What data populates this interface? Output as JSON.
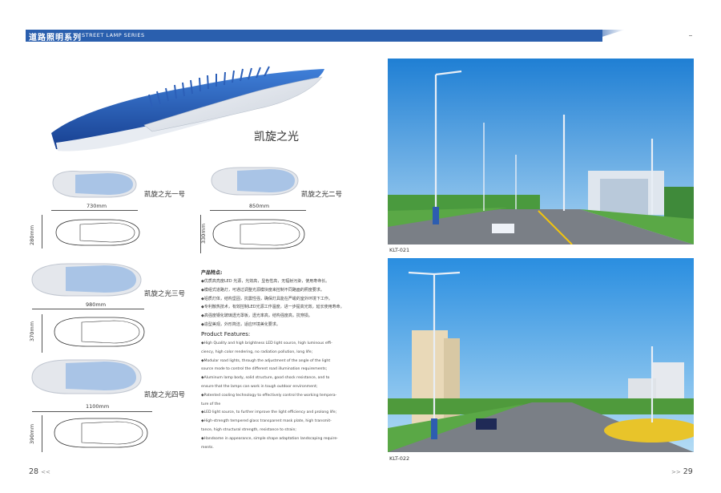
{
  "header": {
    "title_cn": "道路照明系列",
    "title_en": "STREET LAMP SERIES"
  },
  "hero": {
    "name": "凯旋之光"
  },
  "models": [
    {
      "name": "凯旋之光一号",
      "width": "730mm",
      "height": "280mm"
    },
    {
      "name": "凯旋之光二号",
      "width": "850mm",
      "height": "330mm"
    },
    {
      "name": "凯旋之光三号",
      "width": "980mm",
      "height": "370mm"
    },
    {
      "name": "凯旋之光四号",
      "width": "1100mm",
      "height": "390mm"
    }
  ],
  "features_cn": {
    "title": "产品特点:",
    "items": [
      "◆优质高亮度LED 光源，光效高，显色性高，无辐射污染，使用寿命长。",
      "◆模组式道路灯，可通过调整光源模块度来控制不同路面的照度要求。",
      "◆铝质灯体，结构坚固，抗震性强，确保灯具能在严峻的室外环境下工作。",
      "◆专利散热技术，有效控制LED光源工作温度，进一步提高光效，延长使用寿命。",
      "◆高强度钢化玻璃透光罩板，透光率高，结构强度高，抗穿损。",
      "◆造型美观，外形简洁，适应环境美化要求。"
    ]
  },
  "features_en": {
    "title": "Product Features:",
    "lines": [
      "◆High Quality and high brightness LED light source, high luminous effi-",
      "ciency, high color rendering, no radiation pollution, long life;",
      "◆Modular road lights, through the adjustment of the angle of the light",
      "source mode to control the different road illumination requirements;",
      "◆Aluminum lamp body, solid structure, good shock resistance, and to",
      "ensure that the lamps can work in tough outdoor environment;",
      "◆Patented cooling technology to effectively control the working tempera-",
      "ture of the",
      "◆LED light source, to further improve the light efficiency and prolong life;",
      "◆High-strength tempered glass transparent mask plate, high transmit-",
      "tance, high structural strength, resistance to strain;",
      "◆Handsome in appearance, simple shape adaptation landscaping require-",
      "ments."
    ]
  },
  "photos": [
    {
      "caption": "KLT-021"
    },
    {
      "caption": "KLT-022"
    }
  ],
  "pages": {
    "left": "28",
    "left_mark": "<<",
    "right": "29",
    "right_mark": ">>"
  },
  "colors": {
    "brand_blue": "#2a5fae",
    "sky": "#2f8fd8",
    "grass": "#4e9e3a",
    "road": "#7a7f86"
  }
}
